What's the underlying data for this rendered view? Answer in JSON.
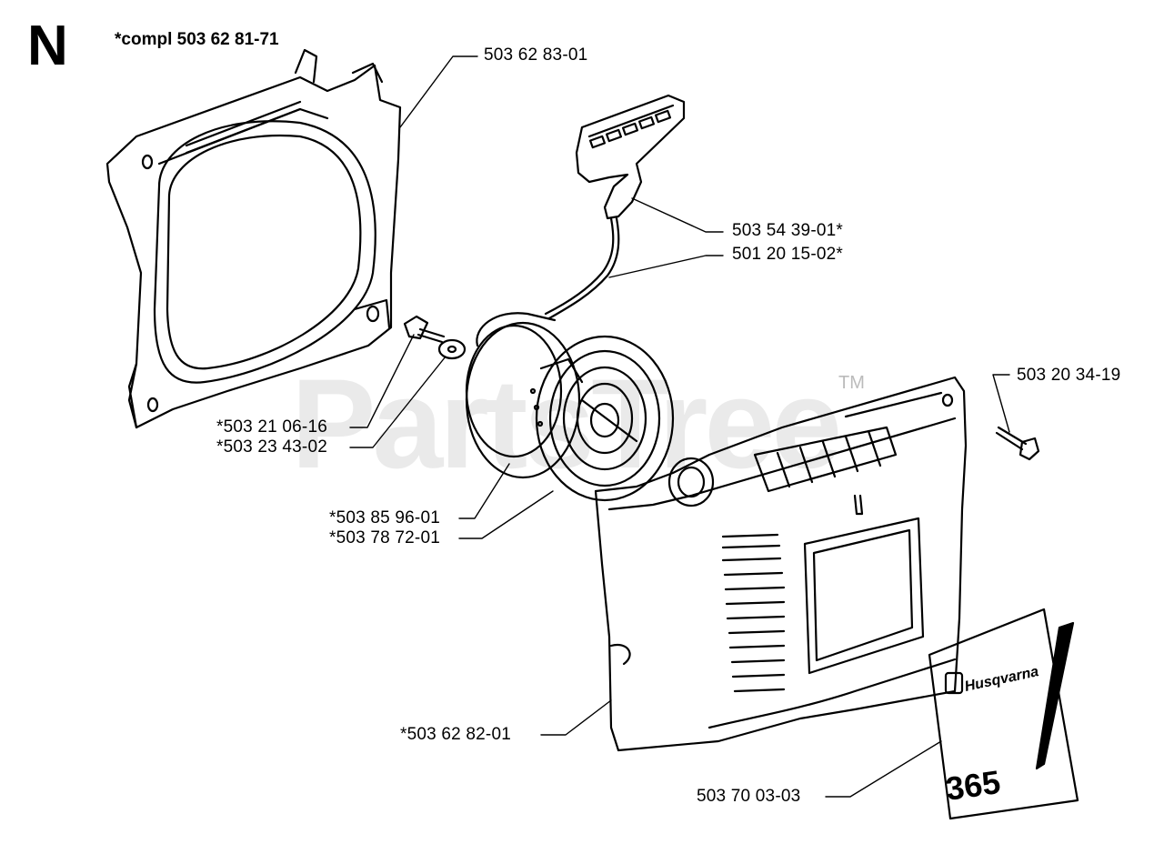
{
  "diagram": {
    "section_letter": "N",
    "assembly_note": "*compl 503 62 81-71",
    "watermark": "PartsTree",
    "trademark": "TM",
    "decal_brand": "Husqvarna",
    "decal_model": "365",
    "parts": [
      {
        "id": "p1",
        "label": "503 62 83-01"
      },
      {
        "id": "p2",
        "label": "503 54 39-01*"
      },
      {
        "id": "p3",
        "label": "501 20 15-02*"
      },
      {
        "id": "p4",
        "label": "503 20 34-19"
      },
      {
        "id": "p5",
        "label": "*503 21 06-16"
      },
      {
        "id": "p6",
        "label": "*503 23 43-02"
      },
      {
        "id": "p7",
        "label": "*503 85 96-01"
      },
      {
        "id": "p8",
        "label": "*503 78 72-01"
      },
      {
        "id": "p9",
        "label": "*503 62 82-01"
      },
      {
        "id": "p10",
        "label": "503 70 03-03"
      }
    ]
  }
}
